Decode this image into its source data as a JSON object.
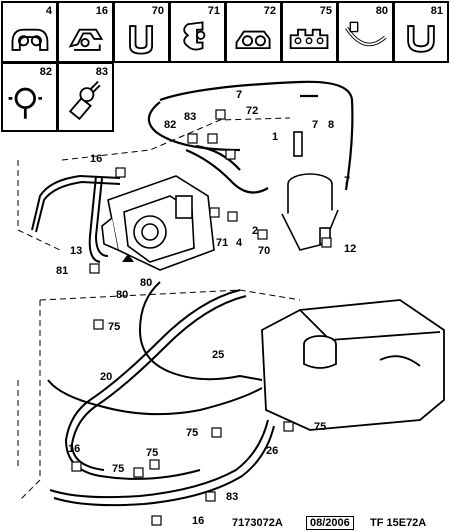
{
  "legend": [
    {
      "num": "4",
      "icon": "clip-double-icon"
    },
    {
      "num": "16",
      "icon": "clip-multi-icon"
    },
    {
      "num": "70",
      "icon": "clip-u-icon"
    },
    {
      "num": "71",
      "icon": "clip-spring-icon"
    },
    {
      "num": "72",
      "icon": "clip-twin-icon"
    },
    {
      "num": "75",
      "icon": "clip-quad-icon"
    },
    {
      "num": "80",
      "icon": "hose-clamp-icon"
    },
    {
      "num": "81",
      "icon": "clip-p-icon"
    },
    {
      "num": "82",
      "icon": "clip-round-icon"
    },
    {
      "num": "83",
      "icon": "clip-fitting-icon"
    }
  ],
  "callouts": {
    "c7a": "7",
    "c72": "72",
    "c8": "8",
    "c7b": "7",
    "c1": "1",
    "c7c": "7",
    "c82": "82",
    "c83a": "83",
    "c16a": "16",
    "c71": "71",
    "c4": "4",
    "c2": "2",
    "c70": "70",
    "c12": "12",
    "c13": "13",
    "c81": "81",
    "c80a": "80",
    "c80b": "80",
    "c75a": "75",
    "c25": "25",
    "c20": "20",
    "c26": "26",
    "c75b": "75",
    "c75c": "75",
    "c16b": "16",
    "c75d": "75",
    "c75e": "75",
    "c83b": "83",
    "c16c": "16"
  },
  "footer": {
    "ref": "7173072A",
    "date": "08/2006",
    "code": "TF 15E72A"
  }
}
